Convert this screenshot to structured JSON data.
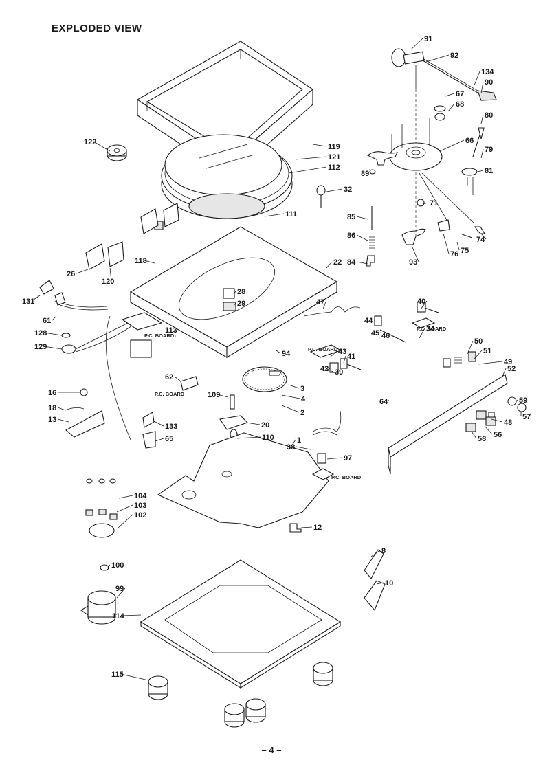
{
  "page": {
    "title": "EXPLODED VIEW",
    "page_number": "– 4 –"
  },
  "pcb_label": "P.C. BOARD",
  "callouts": [
    {
      "id": "91"
    },
    {
      "id": "92"
    },
    {
      "id": "134"
    },
    {
      "id": "90"
    },
    {
      "id": "67"
    },
    {
      "id": "68"
    },
    {
      "id": "80"
    },
    {
      "id": "66"
    },
    {
      "id": "79"
    },
    {
      "id": "89"
    },
    {
      "id": "81"
    },
    {
      "id": "32"
    },
    {
      "id": "71"
    },
    {
      "id": "85"
    },
    {
      "id": "86"
    },
    {
      "id": "84"
    },
    {
      "id": "93"
    },
    {
      "id": "76"
    },
    {
      "id": "75"
    },
    {
      "id": "74"
    },
    {
      "id": "122"
    },
    {
      "id": "119"
    },
    {
      "id": "121"
    },
    {
      "id": "112"
    },
    {
      "id": "111"
    },
    {
      "id": "26"
    },
    {
      "id": "120"
    },
    {
      "id": "118"
    },
    {
      "id": "22"
    },
    {
      "id": "28"
    },
    {
      "id": "29"
    },
    {
      "id": "131"
    },
    {
      "id": "61"
    },
    {
      "id": "128"
    },
    {
      "id": "129"
    },
    {
      "id": "113"
    },
    {
      "id": "94"
    },
    {
      "id": "47"
    },
    {
      "id": "40"
    },
    {
      "id": "44"
    },
    {
      "id": "45"
    },
    {
      "id": "46"
    },
    {
      "id": "34"
    },
    {
      "id": "43"
    },
    {
      "id": "41"
    },
    {
      "id": "42"
    },
    {
      "id": "39"
    },
    {
      "id": "50"
    },
    {
      "id": "51"
    },
    {
      "id": "49"
    },
    {
      "id": "52"
    },
    {
      "id": "59"
    },
    {
      "id": "57"
    },
    {
      "id": "48"
    },
    {
      "id": "56"
    },
    {
      "id": "58"
    },
    {
      "id": "64"
    },
    {
      "id": "62"
    },
    {
      "id": "3"
    },
    {
      "id": "4"
    },
    {
      "id": "109"
    },
    {
      "id": "2"
    },
    {
      "id": "16"
    },
    {
      "id": "18"
    },
    {
      "id": "13"
    },
    {
      "id": "133"
    },
    {
      "id": "65"
    },
    {
      "id": "20"
    },
    {
      "id": "110"
    },
    {
      "id": "38"
    },
    {
      "id": "1"
    },
    {
      "id": "97"
    },
    {
      "id": "104"
    },
    {
      "id": "103"
    },
    {
      "id": "102"
    },
    {
      "id": "12"
    },
    {
      "id": "8"
    },
    {
      "id": "100"
    },
    {
      "id": "99"
    },
    {
      "id": "10"
    },
    {
      "id": "114"
    },
    {
      "id": "115"
    }
  ]
}
